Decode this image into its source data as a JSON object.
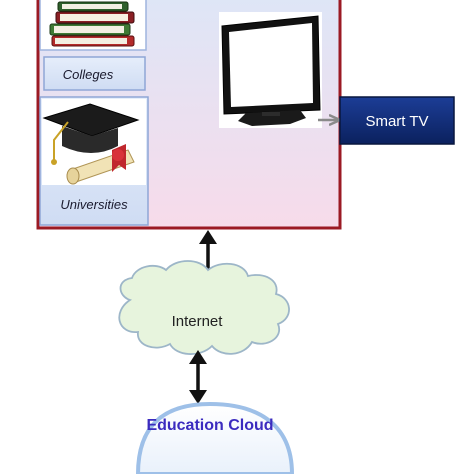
{
  "institutions": {
    "colleges_label": "Colleges",
    "universities_label": "Universities"
  },
  "smart_tv": {
    "label": "Smart TV"
  },
  "network": {
    "internet_label": "Internet"
  },
  "cloud": {
    "label": "Education Cloud"
  },
  "colors": {
    "panel_border": "#9b1a24",
    "panel_fill_top": "#dde6f7",
    "panel_fill_bottom": "#f7dbea",
    "smart_tv_box": "#0e2a72",
    "cloud_label": "#3b2bbf",
    "internet_cloud_fill": "#e7f4dd",
    "arrow": "#111111"
  },
  "icons": [
    "books-icon",
    "graduation-cap-icon",
    "diploma-icon",
    "tv-icon",
    "cloud-icon",
    "double-arrow-icon"
  ]
}
